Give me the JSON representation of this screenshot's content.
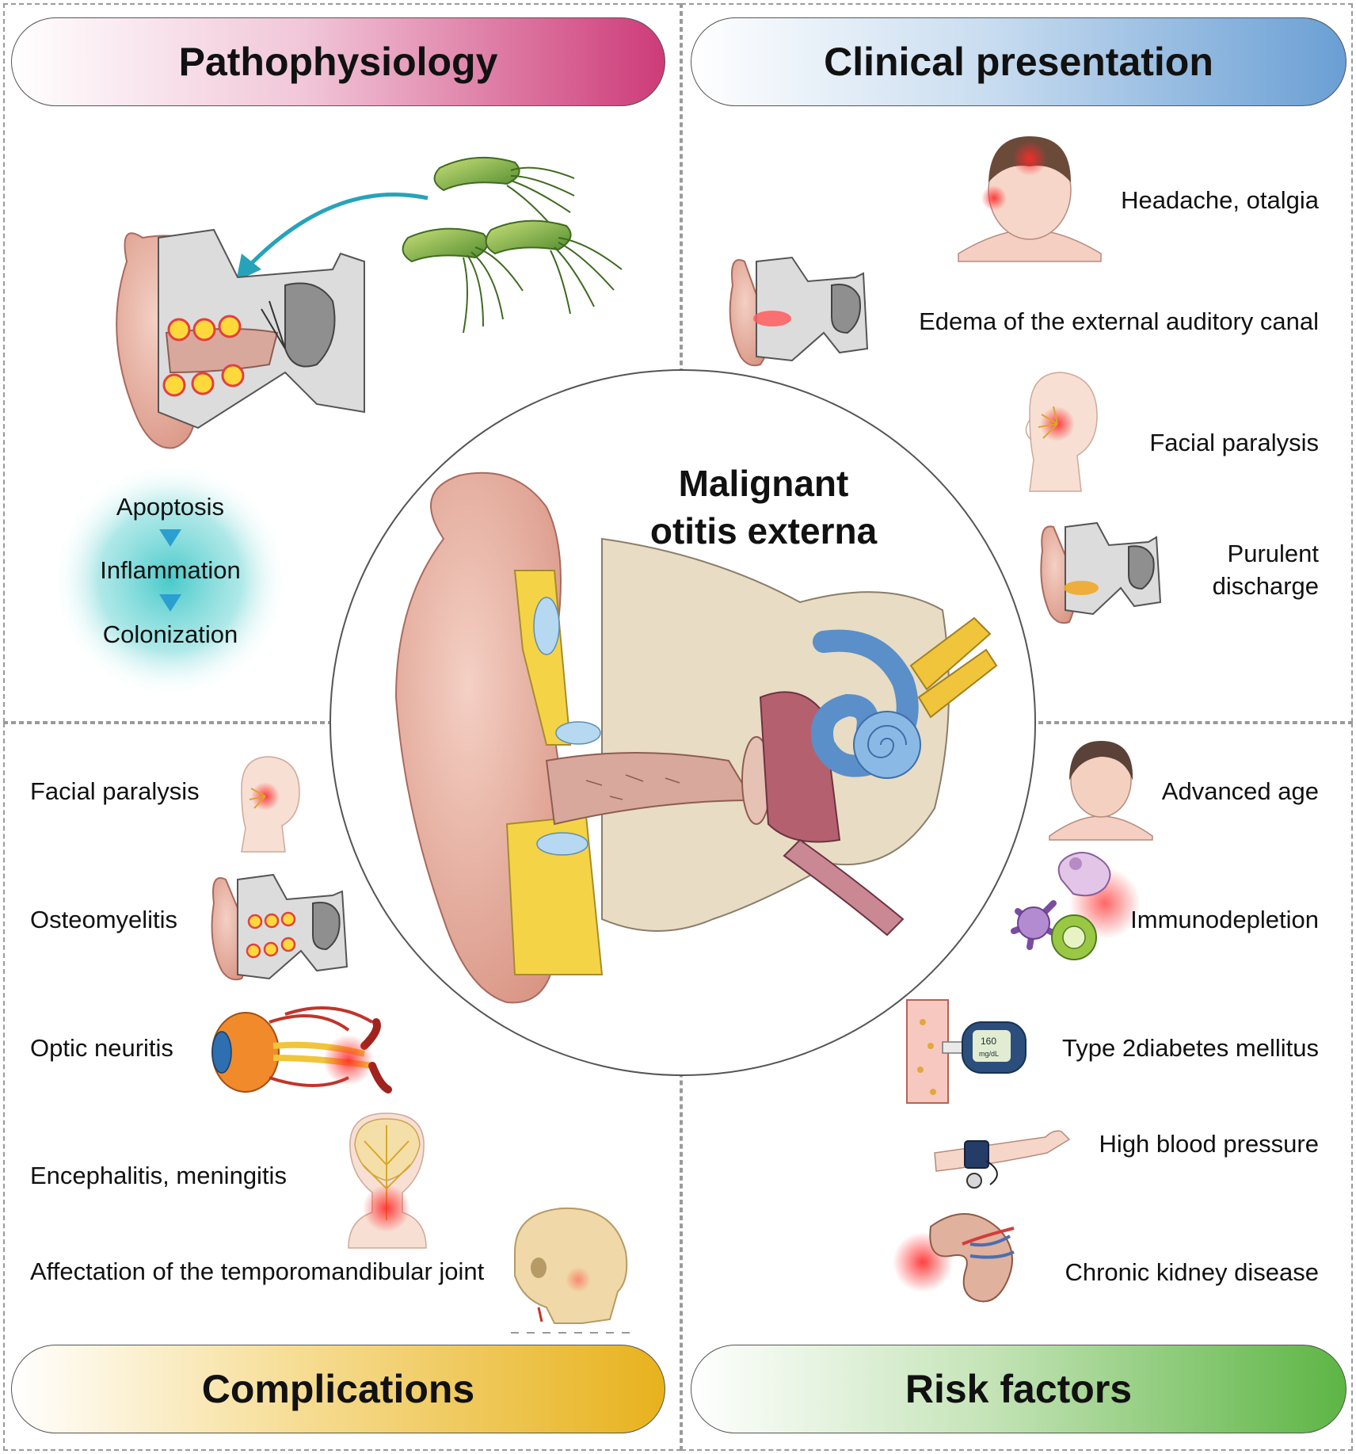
{
  "center": {
    "title_line1": "Malignant",
    "title_line2": "otitis externa"
  },
  "quadrants": {
    "pathophysiology": {
      "title": "Pathophysiology",
      "gradient": [
        "#ffffff",
        "#cd3b78"
      ],
      "flow": [
        "Apoptosis",
        "Inflammation",
        "Colonization"
      ]
    },
    "clinical": {
      "title": "Clinical presentation",
      "gradient": [
        "#ffffff",
        "#6a9fd4"
      ],
      "items": [
        "Headache, otalgia",
        "Edema of the external auditory canal",
        "Facial paralysis",
        "Purulent discharge"
      ]
    },
    "complications": {
      "title": "Complications",
      "gradient": [
        "#ffffff",
        "#e7b21d"
      ],
      "items": [
        "Facial paralysis",
        "Osteomyelitis",
        "Optic neuritis",
        "Encephalitis, meningitis",
        "Affectation of the temporomandibular joint"
      ]
    },
    "risk": {
      "title": "Risk factors",
      "gradient": [
        "#ffffff",
        "#5db544"
      ],
      "items": [
        "Advanced age",
        "Immunodepletion",
        "Type 2diabetes mellitus",
        "High blood pressure",
        "Chronic kidney disease"
      ]
    }
  },
  "glucometer_reading": "160",
  "glucometer_unit": "mg/dL",
  "icons": [
    "bacteria-icon",
    "ear-anatomy-icon",
    "face-pain-icon",
    "facial-paralysis-head-icon",
    "eye-icon",
    "head-neck-icon",
    "skull-icon",
    "elderly-face-icon",
    "immune-cells-icon",
    "glucometer-icon",
    "blood-pressure-cuff-icon",
    "kidney-icon"
  ]
}
